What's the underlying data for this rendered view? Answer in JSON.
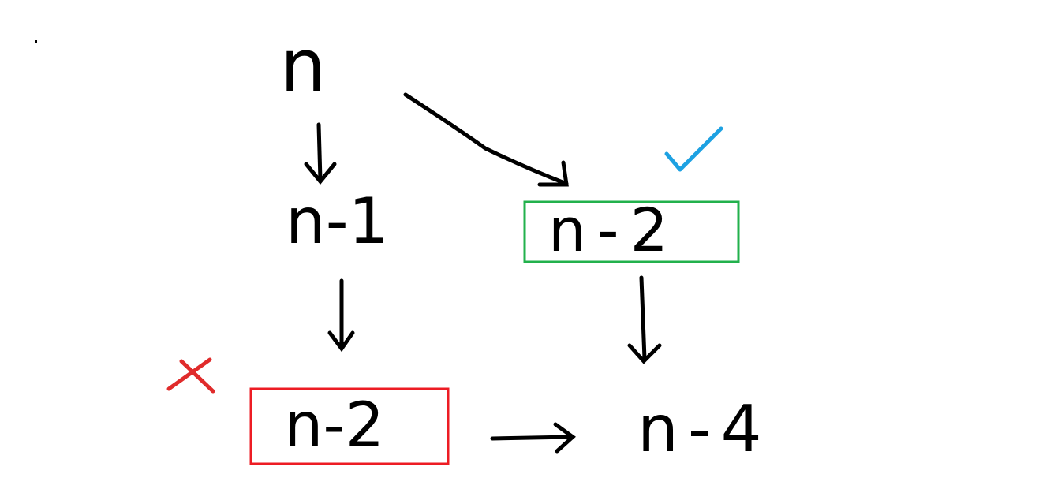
{
  "nodes": {
    "root": "n",
    "left_mid": "n-1",
    "right_mid": "n-2",
    "left_bottom": "n-2",
    "right_bottom": "n-4"
  },
  "marks": {
    "check_color": "#1da1e2",
    "cross_color": "#e02b2b"
  },
  "boxes": {
    "kept_color": "#22b14c",
    "rejected_color": "#ed1c24"
  },
  "ink_color": "#000000"
}
